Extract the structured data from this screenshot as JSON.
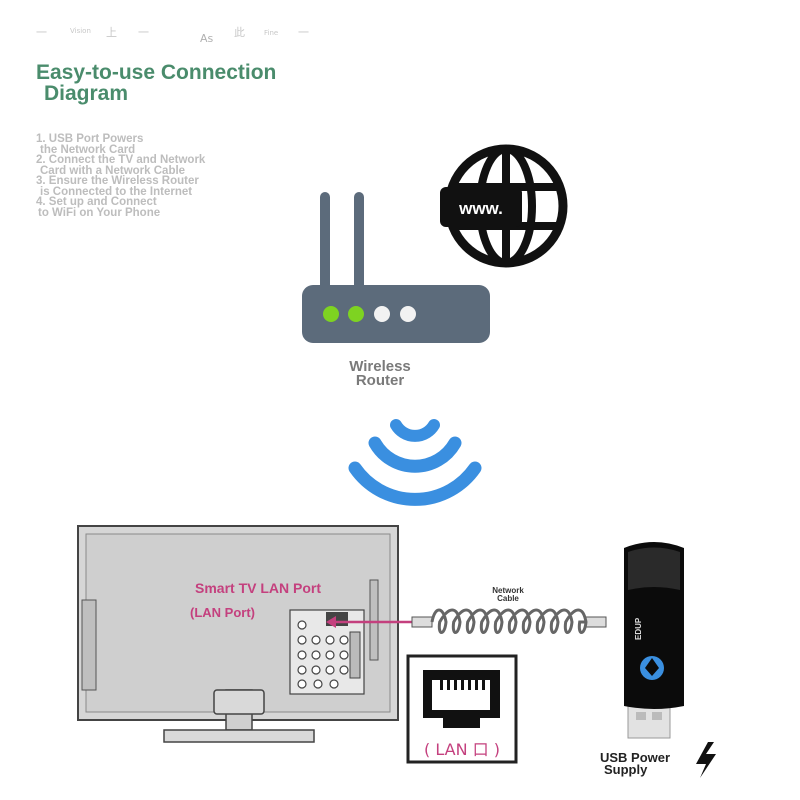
{
  "header_fragments": [
    "一",
    "Vision",
    "上",
    "一",
    "As",
    "此",
    "Fine",
    "一"
  ],
  "title": {
    "line1": "Easy-to-use Connection",
    "line2": "Diagram"
  },
  "steps": [
    "1. USB Port Powers",
    "the Network Card",
    "2. Connect the TV and Network",
    "Card with a Network Cable",
    "3. Ensure the Wireless Router",
    "is Connected to the Internet",
    "4. Set up and Connect",
    "to WiFi on Your Phone"
  ],
  "internet_icon": {
    "badge_text": "www.",
    "icon": "globe-icon"
  },
  "router": {
    "label_line1": "Wireless",
    "label_line2": "Router",
    "icon": "router-icon"
  },
  "wifi": {
    "icon": "wifi-signal-icon",
    "color": "#3a8fe0"
  },
  "tv": {
    "label": "Smart TV LAN Port",
    "port_label": "(LAN Port)"
  },
  "cable": {
    "label_line1": "Network",
    "label_line2": "Cable"
  },
  "lan_box": {
    "label": "( LAN 口 )"
  },
  "usb": {
    "label_line1": "USB Power",
    "label_line2": "Supply",
    "brand": "EDUP"
  },
  "colors": {
    "title": "#4a8c6c",
    "accent_pink": "#c4407e",
    "router_body": "#5c6b7b",
    "led_green": "#7ed321",
    "wifi_blue": "#3a8fe0"
  }
}
